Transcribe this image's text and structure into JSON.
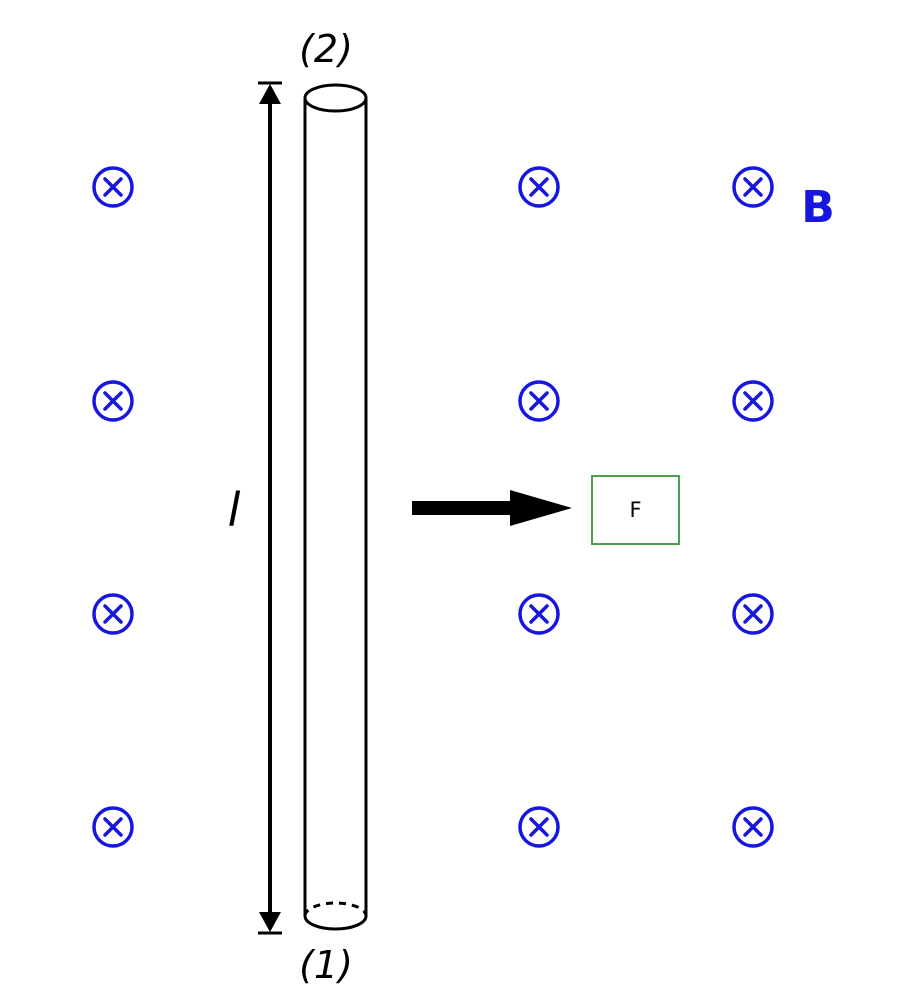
{
  "labels": {
    "end_top": "(2)",
    "end_bottom": "(1)",
    "length": "l",
    "field": "B",
    "force": "F"
  },
  "field_symbol": {
    "icon": "cross-into-page-icon",
    "rows": 4,
    "columns": 3
  },
  "colors": {
    "field": "#1616e0",
    "stroke": "#000000",
    "force_box_border": "#4aa04a"
  }
}
